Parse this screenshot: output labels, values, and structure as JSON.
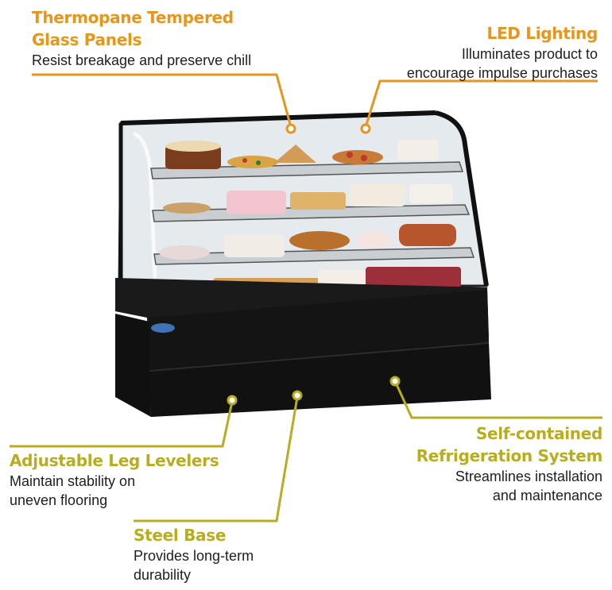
{
  "colors": {
    "orange": "#e8951c",
    "olive": "#b8ad20",
    "text": "#1e1e1e",
    "case_black": "#181818",
    "glass": "#e4eaee"
  },
  "callouts": {
    "thermopane": {
      "title_line1": "Thermopane Tempered",
      "title_line2": "Glass Panels",
      "desc_line1": "Resist breakage and preserve chill"
    },
    "led": {
      "title_line1": "LED Lighting",
      "desc_line1": "Illuminates product to",
      "desc_line2": "encourage impulse purchases"
    },
    "leg_levelers": {
      "title_line1": "Adjustable Leg Levelers",
      "desc_line1": "Maintain stability on",
      "desc_line2": "uneven flooring"
    },
    "steel_base": {
      "title_line1": "Steel Base",
      "desc_line1": "Provides long-term",
      "desc_line2": "durability"
    },
    "refrigeration": {
      "title_line1": "Self-contained",
      "title_line2": "Refrigeration System",
      "desc_line1": "Streamlines installation",
      "desc_line2": "and maintenance"
    }
  }
}
